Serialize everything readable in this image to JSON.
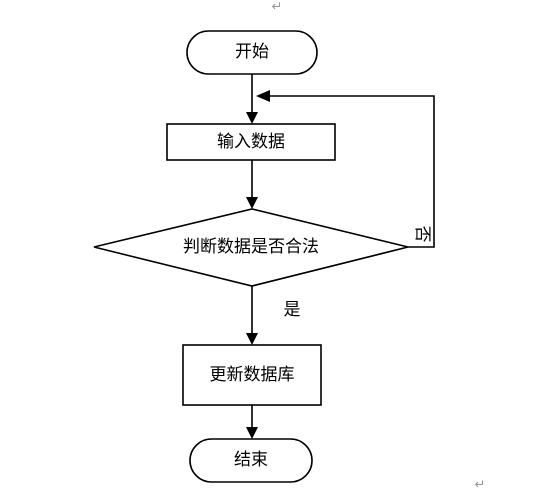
{
  "document": {
    "paragraph_mark": "↵"
  },
  "flowchart": {
    "nodes": {
      "start": {
        "label": "开始",
        "shape": "terminator"
      },
      "input": {
        "label": "输入数据",
        "shape": "process"
      },
      "decision": {
        "label": "判断数据是否合法",
        "shape": "decision"
      },
      "update": {
        "label": "更新数据库",
        "shape": "process"
      },
      "end": {
        "label": "结束",
        "shape": "terminator"
      }
    },
    "edges": [
      {
        "from": "start",
        "to": "input",
        "label": ""
      },
      {
        "from": "input",
        "to": "decision",
        "label": ""
      },
      {
        "from": "decision",
        "to": "update",
        "label": "是"
      },
      {
        "from": "decision",
        "to": "input",
        "label": "否"
      },
      {
        "from": "update",
        "to": "end",
        "label": ""
      }
    ]
  }
}
